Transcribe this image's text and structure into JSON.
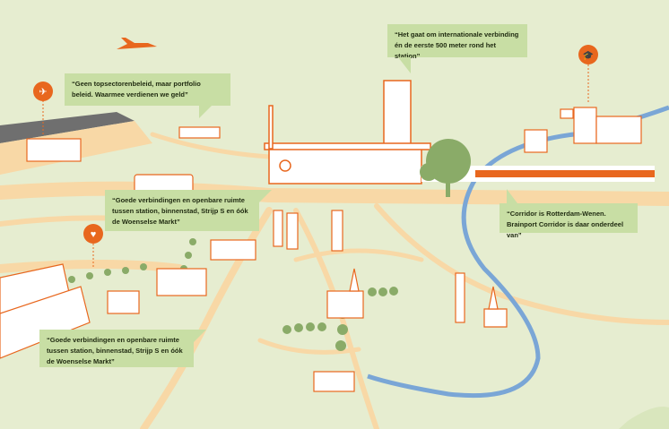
{
  "callouts": {
    "portfolio": "“Geen topsectorenbeleid, maar portfolio beleid. Waarmee verdienen we geld”",
    "international": "“Het gaat om internationale verbinding én de eerste 500 meter rond het station”",
    "connections_top": "“Goede verbindingen en openbare ruimte tussen station, binnenstad, Strijp S en óók de Woenselse Markt”",
    "corridor": "“Corridor is Rotterdam-Wenen. Brainport Corridor is daar onderdeel van”",
    "connections_bottom": "“Goede verbindingen en openbare ruimte tussen station, binnenstad, Strijp S en óók de Woenselse Markt”"
  },
  "icons": [
    "airplane-icon",
    "heart-icon",
    "graduation-cap-icon"
  ],
  "colors": {
    "background": "#e6edd0",
    "road": "#f8d8a6",
    "accent": "#e8671e",
    "callout": "#c8dea4",
    "river": "#7aa6d6",
    "tree": "#8aab68"
  }
}
